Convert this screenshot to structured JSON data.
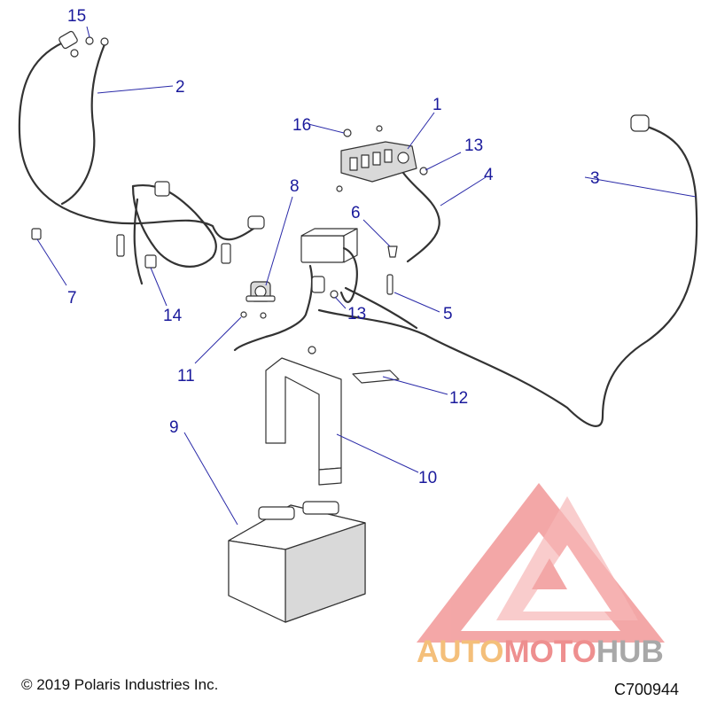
{
  "callouts": [
    {
      "number": "1"
    },
    {
      "number": "2"
    },
    {
      "number": "3"
    },
    {
      "number": "4"
    },
    {
      "number": "5"
    },
    {
      "number": "6"
    },
    {
      "number": "7"
    },
    {
      "number": "8"
    },
    {
      "number": "9"
    },
    {
      "number": "10"
    },
    {
      "number": "11"
    },
    {
      "number": "12"
    },
    {
      "number": "13"
    },
    {
      "number": "13"
    },
    {
      "number": "14"
    },
    {
      "number": "15"
    },
    {
      "number": "16"
    }
  ],
  "footer": {
    "copyright": "© 2019 Polaris Industries Inc.",
    "drawing_code": "C700944"
  },
  "watermark": {
    "part_auto": "AUTO",
    "part_moto": "MOTO",
    "part_hub": "HUB"
  },
  "colors": {
    "callout": "#1a1a9c",
    "watermark_triangle": "#f08a8a",
    "watermark_auto": "#f4bf7a",
    "watermark_hub": "#a8a8a8"
  }
}
